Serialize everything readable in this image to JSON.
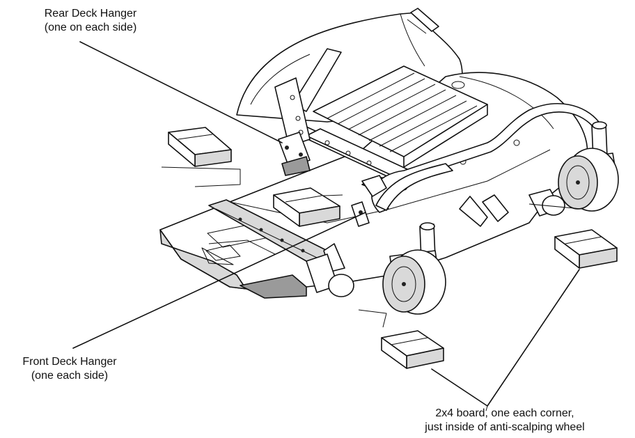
{
  "labels": {
    "rear_deck_hanger": {
      "line1": "Rear Deck Hanger",
      "line2": "(one on each side)"
    },
    "front_deck_hanger": {
      "line1": "Front Deck Hanger",
      "line2": "(one each side)"
    },
    "board": {
      "line1": "2x4 board, one each corner,",
      "line2": "just inside of anti-scalping wheel"
    }
  },
  "colors": {
    "ink": "#111111",
    "shade": "#d9d9d9",
    "dark_shade": "#9a9a9a"
  }
}
